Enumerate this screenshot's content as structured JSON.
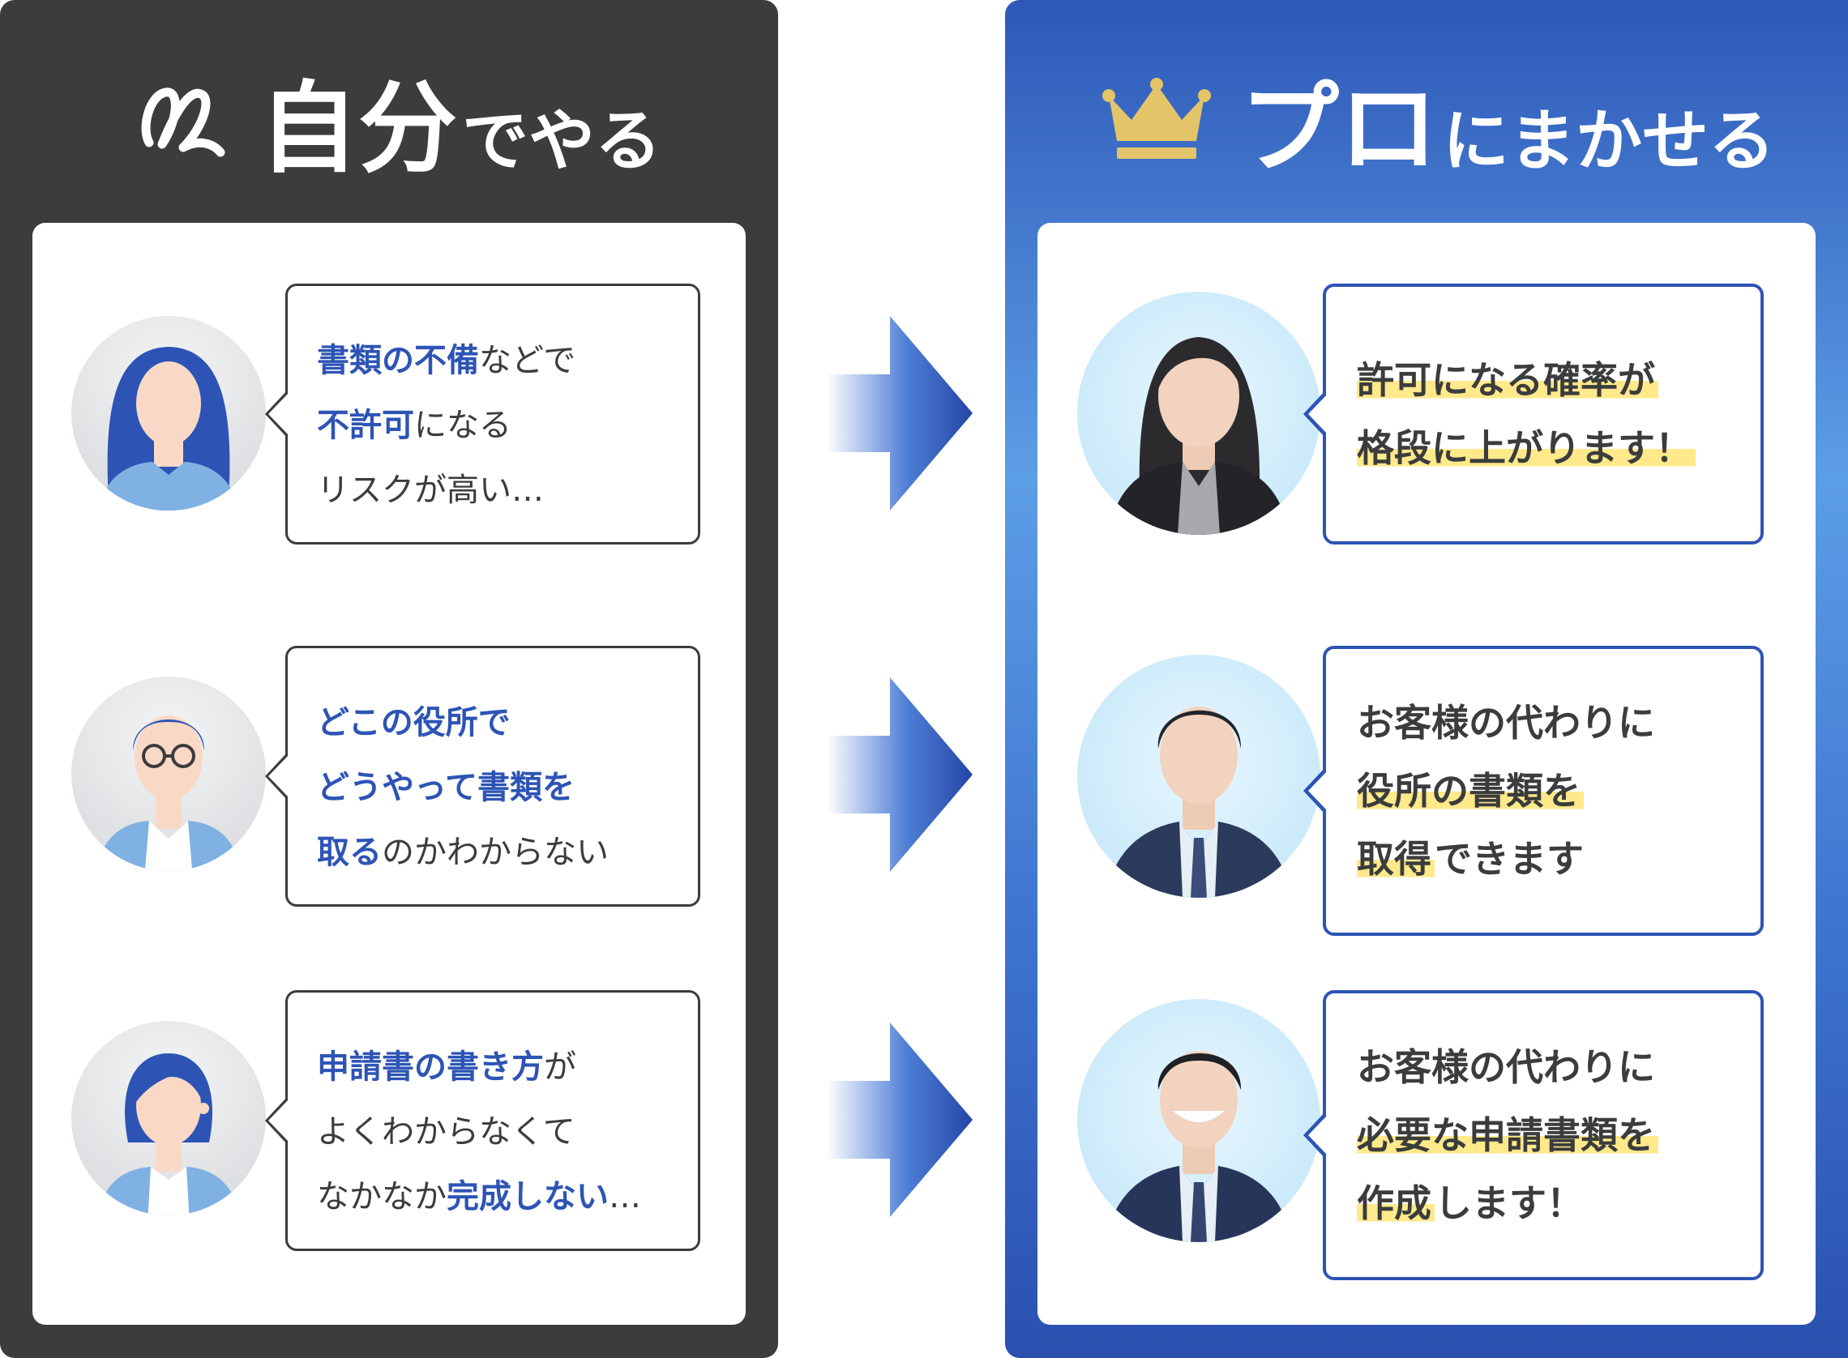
{
  "colors": {
    "left_bg": "#3a3c3d",
    "accent_blue": "#2d54b5",
    "highlight_yellow": "#ffe98a",
    "crown_gold": "#e4c468"
  },
  "left": {
    "heading": {
      "big": "自分",
      "small": "でやる",
      "icon": "scribble-icon"
    },
    "items": [
      {
        "lines": [
          [
            {
              "t": "書類の不備",
              "hl": true
            },
            {
              "t": "などで"
            }
          ],
          [
            {
              "t": "不許可",
              "hl": true
            },
            {
              "t": "になる"
            }
          ],
          [
            {
              "t": "リスクが高い…"
            }
          ]
        ],
        "avatar": "female-user-icon"
      },
      {
        "lines": [
          [
            {
              "t": "どこの役所で",
              "hl": true
            }
          ],
          [
            {
              "t": "どうやって書類を",
              "hl": true
            }
          ],
          [
            {
              "t": "取る",
              "hl": true
            },
            {
              "t": "のかわからない"
            }
          ]
        ],
        "avatar": "male-glasses-user-icon"
      },
      {
        "lines": [
          [
            {
              "t": "申請書の書き方",
              "hl": true
            },
            {
              "t": "が"
            }
          ],
          [
            {
              "t": "よくわからなくて"
            }
          ],
          [
            {
              "t": "なかなか"
            },
            {
              "t": "完成しない",
              "hl": true
            },
            {
              "t": "…"
            }
          ]
        ],
        "avatar": "female-short-hair-user-icon"
      }
    ]
  },
  "right": {
    "heading": {
      "big": "プロ",
      "small": "にまかせる",
      "icon": "crown-icon"
    },
    "items": [
      {
        "lines": [
          [
            {
              "t": "許可になる確率が",
              "mk": true
            }
          ],
          [
            {
              "t": "格段に上がります！",
              "mk": true
            }
          ]
        ],
        "avatar": "female-staff-photo"
      },
      {
        "lines": [
          [
            {
              "t": "お客様の代わりに"
            }
          ],
          [
            {
              "t": "役所の書類を",
              "mk": true
            }
          ],
          [
            {
              "t": "取得",
              "mk": true
            },
            {
              "t": "できます"
            }
          ]
        ],
        "avatar": "male-staff-photo"
      },
      {
        "lines": [
          [
            {
              "t": "お客様の代わりに"
            }
          ],
          [
            {
              "t": "必要な申請書類を",
              "mk": true
            }
          ],
          [
            {
              "t": "作成",
              "mk": true
            },
            {
              "t": "します！"
            }
          ]
        ],
        "avatar": "male-staff-photo-2"
      }
    ]
  }
}
